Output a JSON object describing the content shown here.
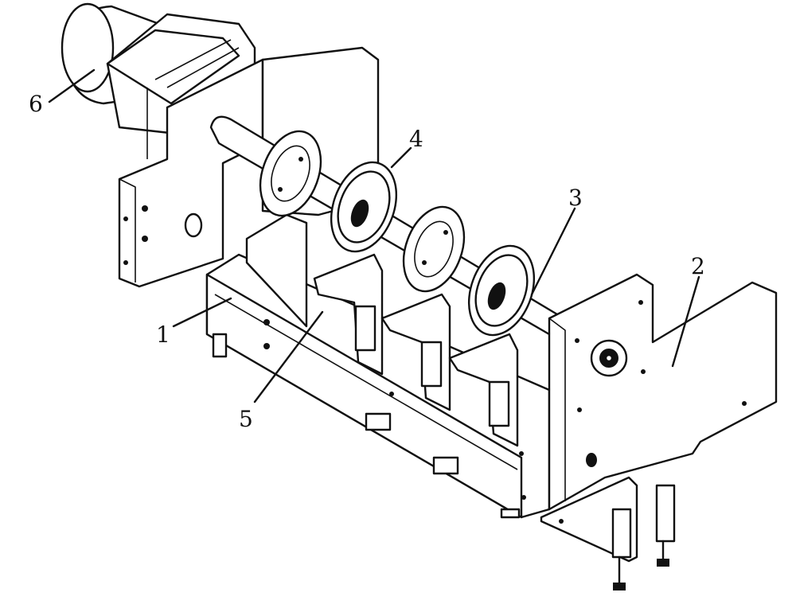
{
  "figure": {
    "callouts": [
      {
        "id": "label-1",
        "text": "1"
      },
      {
        "id": "label-2",
        "text": "2"
      },
      {
        "id": "label-3",
        "text": "3"
      },
      {
        "id": "label-4",
        "text": "4"
      },
      {
        "id": "label-5",
        "text": "5"
      },
      {
        "id": "label-6",
        "text": "6"
      }
    ]
  }
}
